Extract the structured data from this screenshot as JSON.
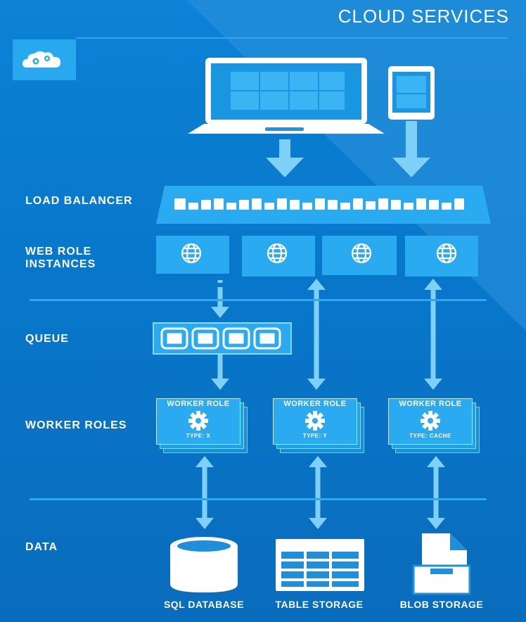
{
  "header": {
    "title": "CLOUD SERVICES",
    "icon": "cloud-gears-icon"
  },
  "rows": {
    "load_balancer": "LOAD BALANCER",
    "web_role_instances": "WEB ROLE INSTANCES",
    "queue": "QUEUE",
    "worker_roles": "WORKER ROLES",
    "data": "DATA"
  },
  "worker_roles": [
    {
      "title": "WORKER ROLE",
      "type": "TYPE: X"
    },
    {
      "title": "WORKER ROLE",
      "type": "TYPE: Y"
    },
    {
      "title": "WORKER ROLE",
      "type": "TYPE: CACHE"
    }
  ],
  "data_stores": [
    {
      "label": "SQL DATABASE",
      "icon": "database-cylinder-icon"
    },
    {
      "label": "TABLE STORAGE",
      "icon": "table-grid-icon"
    },
    {
      "label": "BLOB STORAGE",
      "icon": "blob-document-icon"
    }
  ],
  "devices": [
    "laptop-icon",
    "phone-icon"
  ],
  "colors": {
    "background": "#0a74c6",
    "tile": "#2aaaf0",
    "arrow": "#7fd0f8",
    "rule": "#2fa6ee"
  }
}
